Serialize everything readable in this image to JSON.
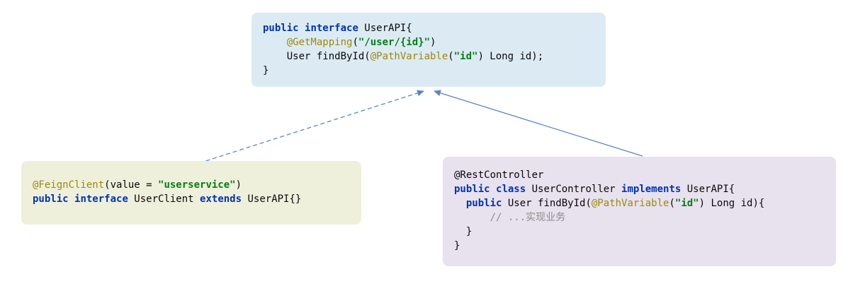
{
  "colors": {
    "keyword": "#0033b3",
    "annotation": "#9e880d",
    "string": "#067d17",
    "comment": "#8c8c8c",
    "plain": "#080808",
    "arrow": "#5c85c7",
    "top_box_bg": "#dcebf3",
    "left_box_bg": "#eef0db",
    "right_box_bg": "#e8e1ee"
  },
  "boxes": {
    "user_api": {
      "lines": [
        [
          {
            "t": "k",
            "v": "public"
          },
          {
            "t": "p",
            "v": " "
          },
          {
            "t": "k",
            "v": "interface"
          },
          {
            "t": "p",
            "v": " UserAPI{"
          }
        ],
        [
          {
            "t": "p",
            "v": "    "
          },
          {
            "t": "a",
            "v": "@GetMapping"
          },
          {
            "t": "p",
            "v": "("
          },
          {
            "t": "s",
            "v": "\"/user/{id}\""
          },
          {
            "t": "p",
            "v": ")"
          }
        ],
        [
          {
            "t": "p",
            "v": "    User findById("
          },
          {
            "t": "a",
            "v": "@PathVariable"
          },
          {
            "t": "p",
            "v": "("
          },
          {
            "t": "s",
            "v": "\"id\""
          },
          {
            "t": "p",
            "v": ") Long id);"
          }
        ],
        [
          {
            "t": "p",
            "v": "}"
          }
        ]
      ]
    },
    "user_client": {
      "lines": [
        [
          {
            "t": "a",
            "v": "@FeignClient"
          },
          {
            "t": "p",
            "v": "(value = "
          },
          {
            "t": "s",
            "v": "\"userservice\""
          },
          {
            "t": "p",
            "v": ")"
          }
        ],
        [
          {
            "t": "k",
            "v": "public"
          },
          {
            "t": "p",
            "v": " "
          },
          {
            "t": "k",
            "v": "interface"
          },
          {
            "t": "p",
            "v": " UserClient "
          },
          {
            "t": "k",
            "v": "extends"
          },
          {
            "t": "p",
            "v": " UserAPI{}"
          }
        ]
      ]
    },
    "user_controller": {
      "lines": [
        [
          {
            "t": "p",
            "v": "@RestController"
          }
        ],
        [
          {
            "t": "k",
            "v": "public"
          },
          {
            "t": "p",
            "v": " "
          },
          {
            "t": "k",
            "v": "class"
          },
          {
            "t": "p",
            "v": " UserController "
          },
          {
            "t": "k",
            "v": "implements"
          },
          {
            "t": "p",
            "v": " UserAPI{"
          }
        ],
        [
          {
            "t": "p",
            "v": "  "
          },
          {
            "t": "k",
            "v": "public"
          },
          {
            "t": "p",
            "v": " User findById("
          },
          {
            "t": "a",
            "v": "@PathVariable"
          },
          {
            "t": "p",
            "v": "("
          },
          {
            "t": "s",
            "v": "\"id\""
          },
          {
            "t": "p",
            "v": ") Long id){"
          }
        ],
        [
          {
            "t": "p",
            "v": "      "
          },
          {
            "t": "c",
            "v": "// ...实现业务"
          }
        ],
        [
          {
            "t": "p",
            "v": "  }"
          }
        ],
        [
          {
            "t": "p",
            "v": "}"
          }
        ]
      ]
    }
  }
}
